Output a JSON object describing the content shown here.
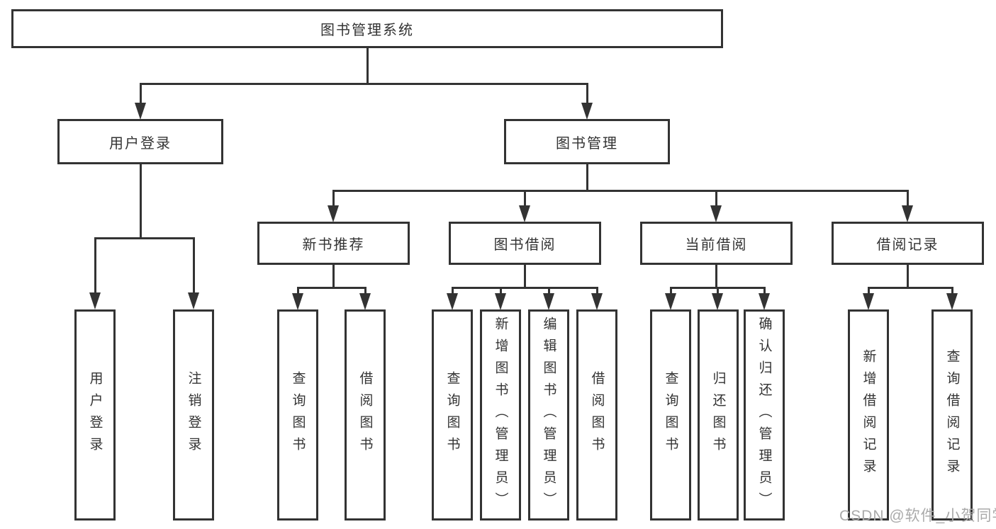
{
  "tree": {
    "root": {
      "label": "图书管理系统"
    },
    "l2": [
      {
        "label": "用户登录"
      },
      {
        "label": "图书管理"
      }
    ],
    "l3": [
      {
        "label": "新书推荐",
        "parent": "图书管理"
      },
      {
        "label": "图书借阅",
        "parent": "图书管理"
      },
      {
        "label": "当前借阅",
        "parent": "图书管理"
      },
      {
        "label": "借阅记录",
        "parent": "图书管理"
      }
    ],
    "leaves": [
      {
        "label": "用户登录",
        "parent": "用户登录"
      },
      {
        "label": "注销登录",
        "parent": "用户登录"
      },
      {
        "label": "查询图书",
        "parent": "新书推荐"
      },
      {
        "label": "借阅图书",
        "parent": "新书推荐"
      },
      {
        "label": "查询图书",
        "parent": "图书借阅"
      },
      {
        "label": "新增图书（管理员）",
        "parent": "图书借阅"
      },
      {
        "label": "编辑图书（管理员）",
        "parent": "图书借阅"
      },
      {
        "label": "借阅图书",
        "parent": "图书借阅"
      },
      {
        "label": "查询图书",
        "parent": "当前借阅"
      },
      {
        "label": "归还图书",
        "parent": "当前借阅"
      },
      {
        "label": "确认归还（管理员）",
        "parent": "当前借阅"
      },
      {
        "label": "新增借阅记录",
        "parent": "借阅记录"
      },
      {
        "label": "查询借阅记录",
        "parent": "借阅记录"
      }
    ]
  },
  "watermark": {
    "text": "CSDN @软件_小贺同学"
  },
  "colors": {
    "line": "#333333",
    "text": "#333333",
    "box_background": "#ffffff",
    "page_background": "#ffffff",
    "watermark": "#aaaaaa"
  }
}
